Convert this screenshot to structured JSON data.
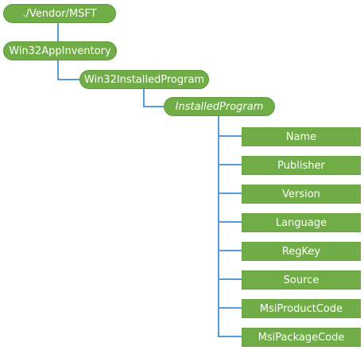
{
  "diagram": {
    "root": {
      "label": "./Vendor/MSFT"
    },
    "level1": {
      "label": "Win32AppInventory"
    },
    "level2": {
      "label": "Win32InstalledProgram"
    },
    "level3": {
      "label": "InstalledProgram"
    },
    "leaves": [
      {
        "label": "Name"
      },
      {
        "label": "Publisher"
      },
      {
        "label": "Version"
      },
      {
        "label": "Language"
      },
      {
        "label": "RegKey"
      },
      {
        "label": "Source"
      },
      {
        "label": "MsiProductCode"
      },
      {
        "label": "MsiPackageCode"
      }
    ]
  },
  "colors": {
    "node_fill": "#70ad47",
    "node_text": "#ffffff",
    "connector": "#5b9bd5"
  }
}
